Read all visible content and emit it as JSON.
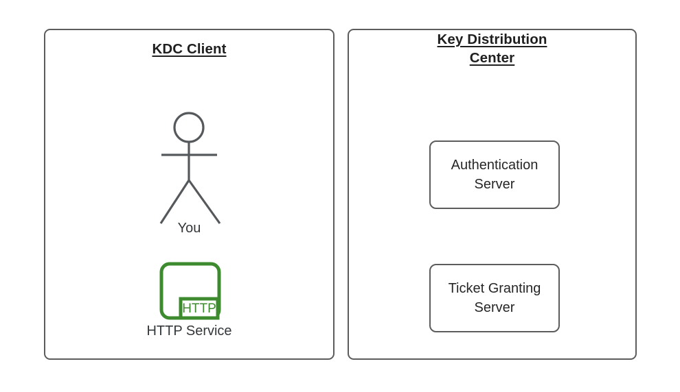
{
  "diagram": {
    "title_hidden": "",
    "panels": [
      {
        "id": "kdc-client",
        "title": "KDC Client",
        "nodes": [
          {
            "id": "you",
            "type": "actor",
            "label": "You"
          },
          {
            "id": "http-service",
            "type": "service-icon",
            "label": "HTTP Service",
            "badge": "HTTP"
          }
        ]
      },
      {
        "id": "key-distribution-center",
        "title_line1": "Key Distribution",
        "title_line2": "Center",
        "title": "Key Distribution Center",
        "nodes": [
          {
            "id": "authentication-server",
            "type": "box",
            "line1": "Authentication",
            "line2": "Server"
          },
          {
            "id": "ticket-granting-server",
            "type": "box",
            "line1": "Ticket Granting",
            "line2": "Server"
          }
        ]
      }
    ],
    "colors": {
      "panel_border": "#5c5c5c",
      "box_border": "#5c5c5c",
      "text": "#262626",
      "title_text": "#1f1f1f",
      "http_green": "#3d8b2e",
      "background": "#ffffff",
      "stroke": "#55595c"
    }
  }
}
